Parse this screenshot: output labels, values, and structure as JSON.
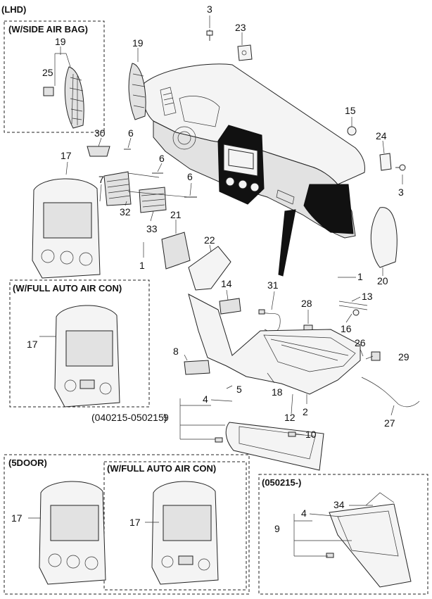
{
  "drawing": {
    "top_label": "(LHD)"
  },
  "variant_boxes": {
    "side_air_bag": "(W/SIDE AIR BAG)",
    "full_auto_air_con_1": "(W/FULL AUTO AIR CON)",
    "five_door": "(5DOOR)",
    "full_auto_air_con_2": "(W/FULL AUTO AIR CON)",
    "date_050215": "(050215-)"
  },
  "date_range": "(040215-050215)",
  "callouts": [
    "19",
    "25",
    "19",
    "3",
    "23",
    "15",
    "30",
    "6",
    "24",
    "17",
    "6",
    "7",
    "6",
    "3",
    "32",
    "21",
    "33",
    "1",
    "22",
    "20",
    "1",
    "13",
    "14",
    "31",
    "28",
    "16",
    "17",
    "26",
    "29",
    "8",
    "18",
    "5",
    "2",
    "12",
    "27",
    "4",
    "9",
    "10",
    "17",
    "17",
    "34",
    "4",
    "9"
  ]
}
